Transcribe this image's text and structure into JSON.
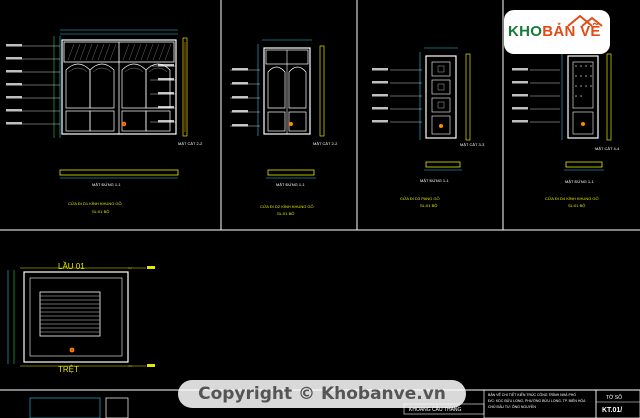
{
  "logo": {
    "text_part1": "KHO",
    "text_part2": "BẢN VẼ",
    "brand_green": "#1a7a3a",
    "brand_orange": "#e04b16"
  },
  "watermark": {
    "text": "Copyright © Khobanve.vn"
  },
  "drawings": {
    "elev_1": {
      "section_label": "MẶT CẮT 2-2",
      "elev_label": "MẶT ĐỨNG 1-1",
      "title": "CỬA ĐI D1 KÍNH KHUNG GỖ",
      "subtitle": "SL:01 BỘ"
    },
    "elev_2": {
      "section_label": "MẶT CẮT 2-2",
      "elev_label": "MẶT ĐỨNG 1-1",
      "title": "CỬA ĐI D2 KÍNH KHUNG GỖ",
      "subtitle": "SL:01 BỘ"
    },
    "elev_3": {
      "section_label": "MẶT CẮT 3-3",
      "elev_label": "MẶT ĐỨNG 1-1",
      "title": "CỬA ĐI D3 PANO GỖ",
      "subtitle": "SL:01 BỘ"
    },
    "elev_4": {
      "section_label": "MẶT CẮT 4-4",
      "elev_label": "MẶT ĐỨNG 1-1",
      "title": "CỬA ĐI D4 KÍNH KHUNG GỖ",
      "subtitle": "SL:01 BỘ"
    },
    "plan": {
      "top_label": "LẦU 01",
      "bottom_label": "TRỆT",
      "bottom_title": "KHOANG CẦU THANG"
    }
  },
  "title_block": {
    "line1": "BẢN VẼ CHI TIẾT KIẾN TRÚC CÔNG TRÌNH NHÀ PHỐ",
    "line2": "Đ/C: KDC BỬU LONG, PHƯỜNG BỬU LONG, TP. BIÊN HÒA",
    "line3": "CHỦ ĐẦU TƯ: ÔNG NGUYỄN",
    "code_label": "TỜ SỐ",
    "code": "KT.01/"
  }
}
